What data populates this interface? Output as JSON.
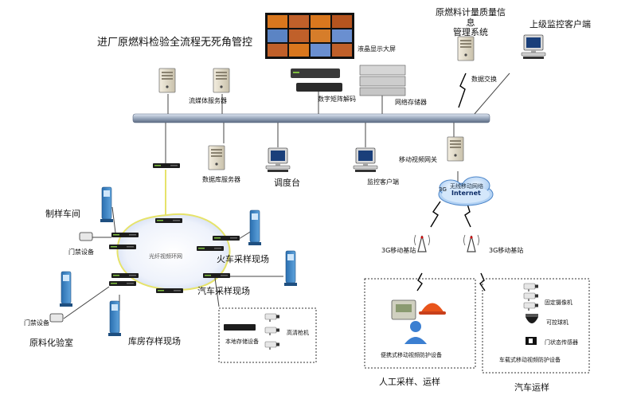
{
  "title": "进厂原燃料检验全流程无死角管控",
  "labels": {
    "lcd_wall": "液晶显示大屏",
    "quality_system": "原燃料计量质量信息\n管理系统",
    "upper_client": "上级监控客户端",
    "streaming_server": "流媒体服务器",
    "matrix_decoder": "数字矩阵解码",
    "network_storage": "网络存储器",
    "data_exchange": "数据交换",
    "db_server": "数据库服务器",
    "dispatch": "调度台",
    "monitor_client": "监控客户端",
    "mobile_gateway": "移动视频网关",
    "internet": "Internet",
    "internet_prefix": "3G",
    "internet_subtitle": "无线移动网络",
    "ring": "光纤视频环网",
    "sample_workshop": "制样车间",
    "access_control_1": "门禁设备",
    "access_control_2": "门禁设备",
    "lab": "原料化验室",
    "train_site": "火车采样现场",
    "truck_site": "汽车采样现场",
    "warehouse_site": "库房存样现场",
    "local_storage": "本地存储设备",
    "hd_camera": "高清枪机",
    "base_station_1": "3G移动基站",
    "base_station_2": "3G移动基站",
    "portable_device": "便携式移动视频防护设备",
    "manual_sampling": "人工采样、运样",
    "fixed_camera": "固定摄像机",
    "ptz_dome": "可控球机",
    "door_sensor": "门状态传感器",
    "vehicle_device": "车载式移动视频防护设备",
    "car_transport": "汽车运样"
  }
}
